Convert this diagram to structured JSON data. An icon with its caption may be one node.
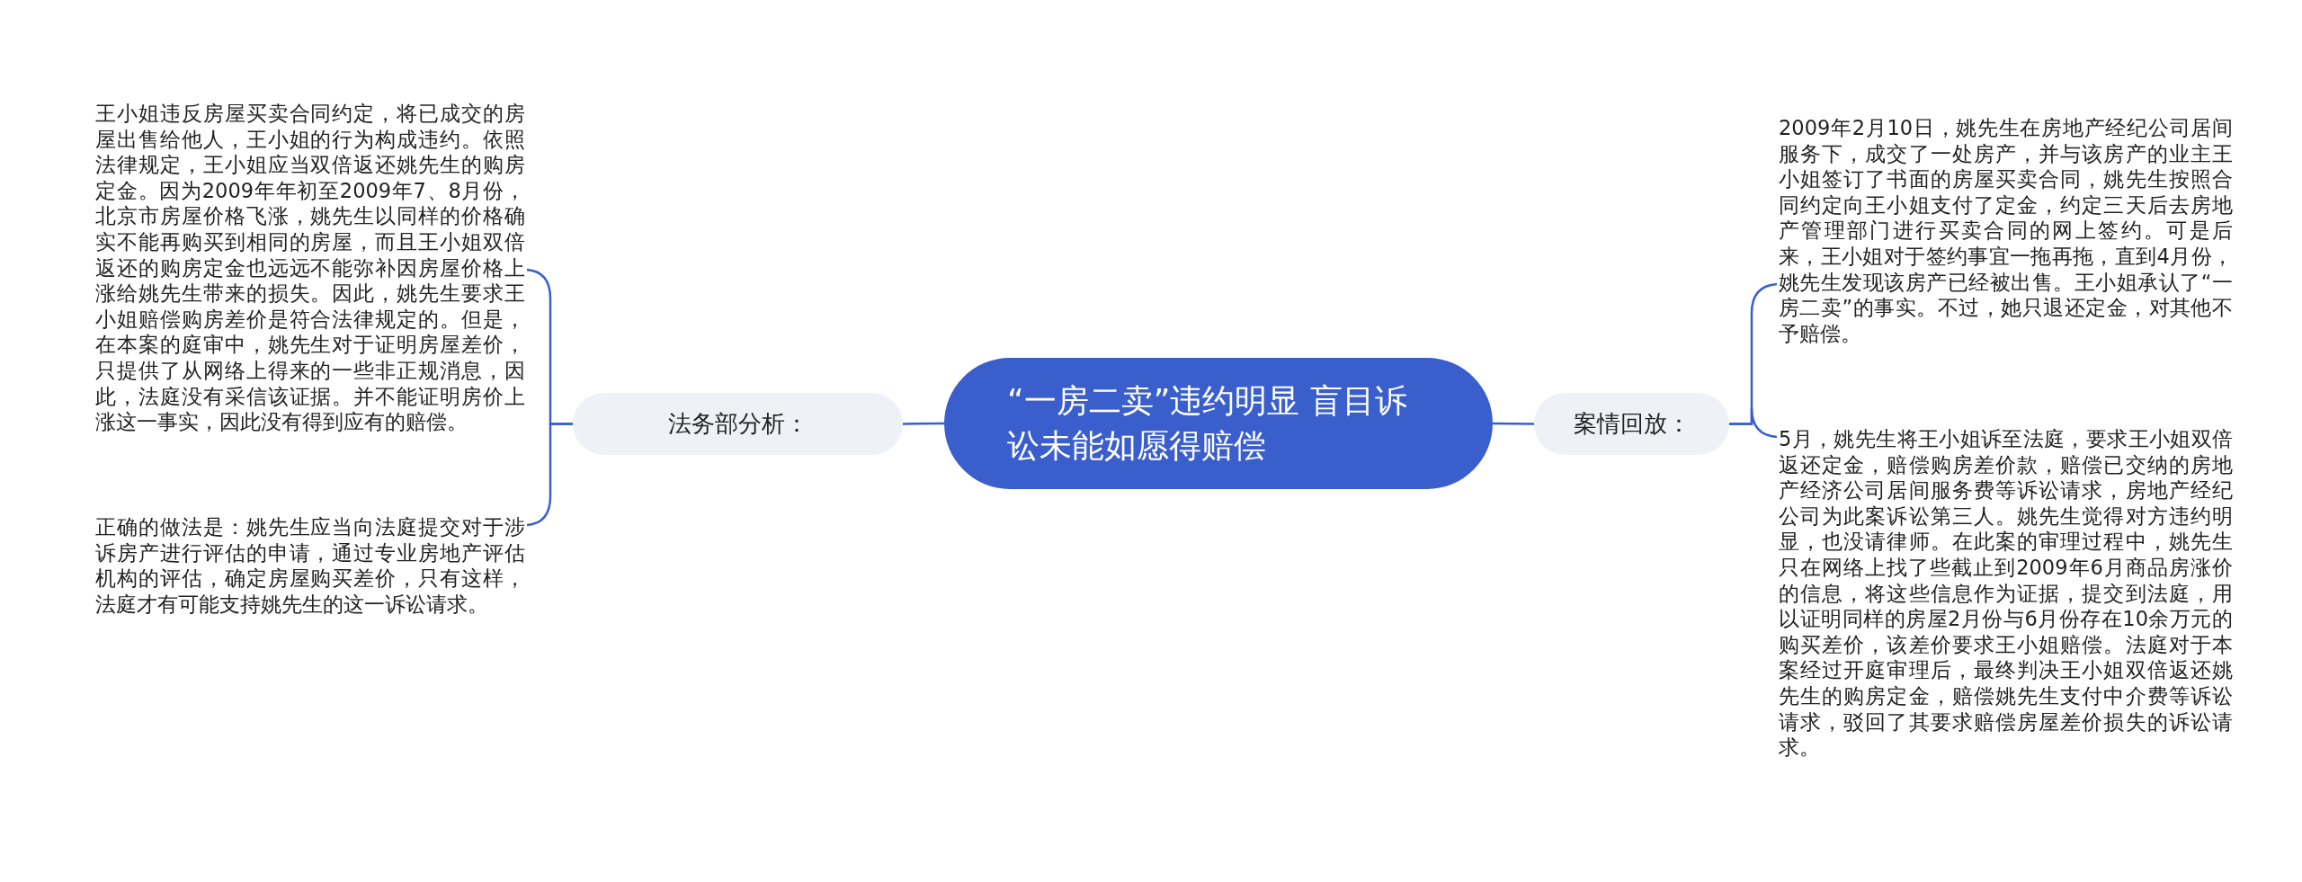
{
  "diagram": {
    "nodes": [
      {
        "text": [
          "“一房二卖”违约明显 盲目诉讼未能如愿得赔偿"
        ]
      },
      {
        "text": [
          "法务部分析："
        ]
      },
      {
        "text": [
          "王小姐违反房屋买卖合同约定，将已成交的房屋出售给他人，王小姐的行为构成违约。依照法律规定，王小姐应当双倍返还姚先生的购房定金。因为2009年年初至2009年7、8月份，北京市房屋价格飞涨，姚先生以同样的价格确实不能再购买到相同的房屋，而且王小姐双倍返还的购房定金也远远不能弥补因房屋价格上涨给姚先生带来的损失。因此，姚先生要求王小姐赔偿购房差价是符合法律规定的。但是，在本案的庭审中，姚先生对于证明房屋差价，只提供了从网络上得来的一些非正规消息，因此，法庭没有采信该证据。并不能证明房价上涨这一事实，因此没有得到应有的赔偿。"
        ]
      },
      {
        "text": [
          "正确的做法是：姚先生应当向法庭提交对于涉诉房产进行评估的申请，通过专业房地产评估机构的评估，确定房屋购买差价，只有这样，法庭才有可能支持姚先生的这一诉讼请求。"
        ]
      },
      {
        "text": [
          "案情回放："
        ]
      },
      {
        "text": [
          "2009年2月10日，姚先生在房地产经纪公司居间服务下，成交了一处房产，并与该房产的业主王小姐签订了书面的房屋买卖合同，姚先生按照合同约定向王小姐支付了定金，约定三天后去房地产管理部门进行买卖合同的网上签约。可是后来，王小姐对于签约事宜一拖再拖，直到4月份，姚先生发现该房产已经被出售。王小姐承认了“一房二卖”的事实。不过，她只退还定金，对其他不予赔偿。"
        ]
      },
      {
        "text": [
          "5月，姚先生将王小姐诉至法庭，要求王小姐双倍返还定金，赔偿购房差价款，赔偿已交纳的房地产经济公司居间服务费等诉讼请求，房地产经纪公司为此案诉讼第三人。姚先生觉得对方违约明显，也没请律师。在此案的审理过程中，姚先生只在网络上找了些截止到2009年6月商品房涨价的信息，将这些信息作为证据，提交到法庭，用以证明同样的房屋2月份与6月份存在10余万元的购买差价，该差价要求王小姐赔偿。法庭对于本案经过开庭审理后，最终判决王小姐双倍返还姚先生的购房定金，赔偿姚先生支付中介费等诉讼请求，驳回了其要求赔偿房屋差价损失的诉讼请求。"
        ]
      }
    ],
    "edges": [
      {
        "from": 0,
        "to": 1,
        "arrow": "none"
      },
      {
        "from": 1,
        "to": 2,
        "arrow": "none"
      },
      {
        "from": 1,
        "to": 3,
        "arrow": "none"
      },
      {
        "from": 0,
        "to": 4,
        "arrow": "none"
      },
      {
        "from": 4,
        "to": 5,
        "arrow": "none"
      },
      {
        "from": 4,
        "to": 6,
        "arrow": "none"
      }
    ]
  }
}
